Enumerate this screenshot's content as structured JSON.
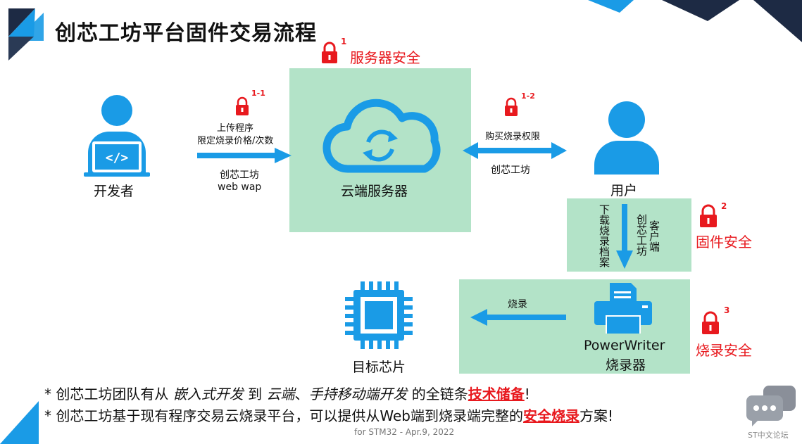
{
  "title": "创芯工坊平台固件交易流程",
  "colors": {
    "accent_blue": "#1a9be6",
    "security_red": "#e8191e",
    "box_green": "#b3e3c8",
    "corner_dark": "#1d2a44"
  },
  "security": {
    "server": {
      "number": "1",
      "label": "服务器安全"
    },
    "firmware": {
      "number": "2",
      "label": "固件安全"
    },
    "burning": {
      "number": "3",
      "label": "烧录安全"
    }
  },
  "developer": {
    "label": "开发者"
  },
  "upload": {
    "lock_number": "1-1",
    "line1": "上传程序",
    "line2": "限定烧录价格/次数",
    "line3": "创芯工坊",
    "line4": "web wap"
  },
  "cloud": {
    "label": "云端服务器"
  },
  "purchase": {
    "lock_number": "1-2",
    "label": "购买烧录权限",
    "sub": "创芯工坊"
  },
  "user": {
    "label": "用户"
  },
  "download": {
    "left_text": "下载烧录档案",
    "mid_text": "创芯工坊",
    "right_text": "客户端"
  },
  "writer": {
    "line1": "PowerWriter",
    "line2": "烧录器",
    "arrow_label": "烧录"
  },
  "chip": {
    "label": "目标芯片"
  },
  "notes": {
    "n1": {
      "prefix": "* 创芯工坊团队有从 ",
      "italic1": "嵌入式开发",
      "mid1": " 到 ",
      "italic2": "云端",
      "mid2": "、",
      "italic3": "手持移动端开发",
      "mid3": " 的全链条",
      "highlight": "技术储备",
      "suffix": "!"
    },
    "n2": {
      "prefix": "* 创芯工坊基于现有程序交易云烧录平台，可以提供从Web端到烧录端完整的",
      "highlight": "安全烧录",
      "suffix": "方案!"
    }
  },
  "footer": {
    "text": "for STM32 - Apr.9, 2022"
  },
  "logo": {
    "text": "ST中文论坛"
  }
}
